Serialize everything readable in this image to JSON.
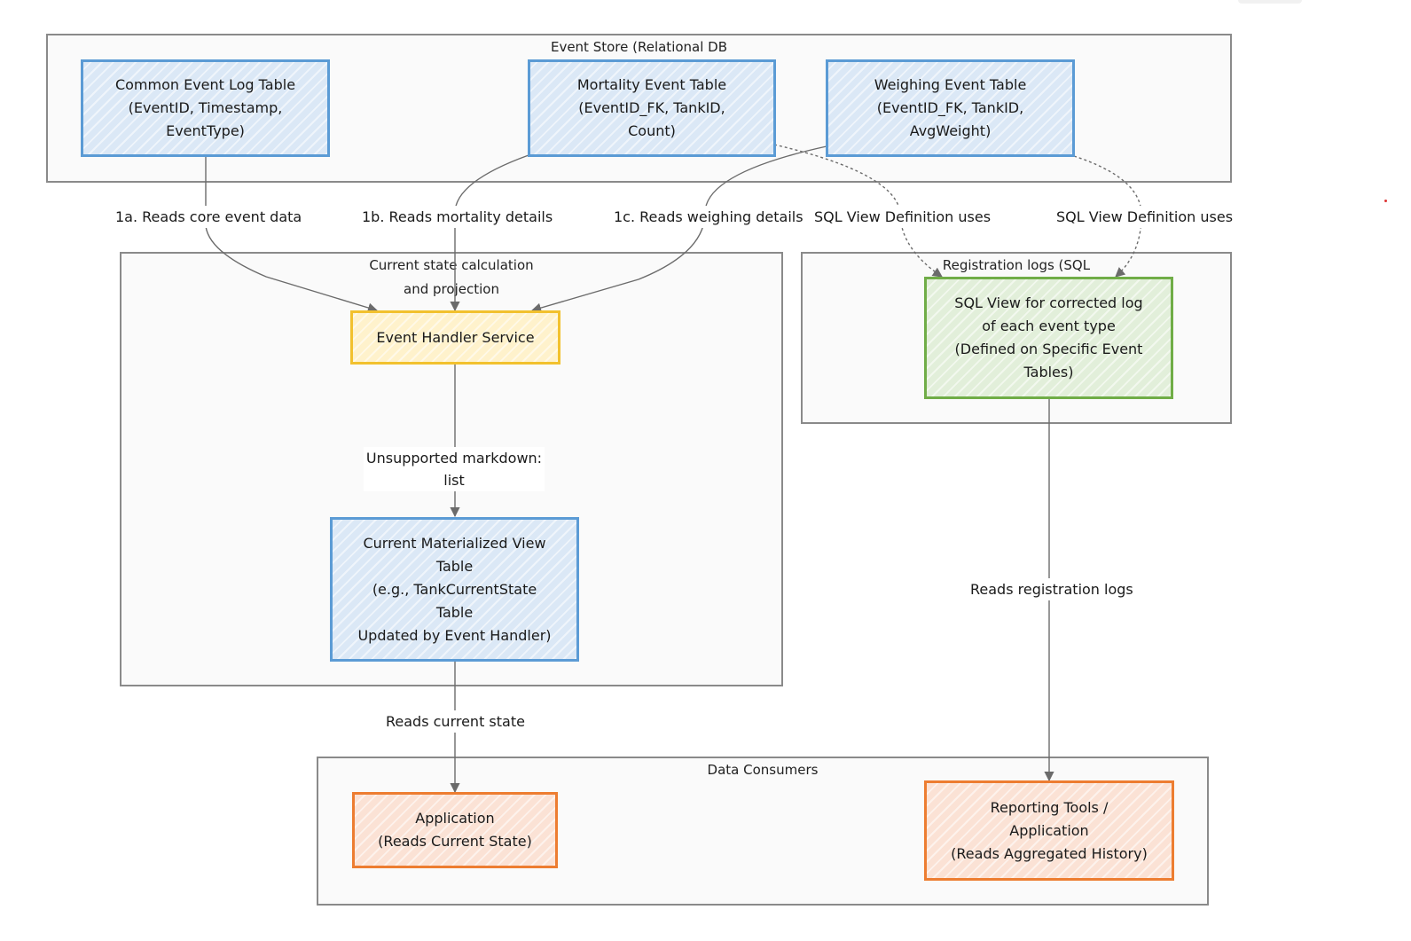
{
  "groups": {
    "event_store": "Event Store (Relational DB",
    "current_state": "Current state calculation\nand projection",
    "registration_logs": "Registration logs (SQL",
    "data_consumers": "Data Consumers"
  },
  "nodes": {
    "common_event_log": "Common Event Log Table\n(EventID, Timestamp,\nEventType)",
    "mortality_event": "Mortality Event Table\n(EventID_FK, TankID,\nCount)",
    "weighing_event": "Weighing Event Table\n(EventID_FK, TankID,\nAvgWeight)",
    "event_handler": "Event Handler Service",
    "materialized_view": "Current Materialized View\nTable\n(e.g., TankCurrentState\nTable\nUpdated by Event Handler)",
    "sql_view": "SQL View for corrected log\nof each event type\n(Defined on Specific Event\nTables)",
    "application": "Application\n(Reads Current State)",
    "reporting_tools": "Reporting Tools /\nApplication\n(Reads Aggregated History)"
  },
  "edges": {
    "e1a": "1a. Reads core event data",
    "e1b": "1b. Reads mortality details",
    "e1c": "1c. Reads weighing details",
    "sql_def_1": "SQL View Definition uses",
    "sql_def_2": "SQL View Definition uses",
    "unsupported": "Unsupported markdown:\nlist",
    "reads_current_state": "Reads current state",
    "reads_registration_logs": "Reads registration logs"
  },
  "colors": {
    "blue_border": "#5b9bd5",
    "yellow_border": "#f2c12e",
    "green_border": "#70ad47",
    "orange_border": "#ed7d31",
    "edge": "#6b6b6b"
  }
}
